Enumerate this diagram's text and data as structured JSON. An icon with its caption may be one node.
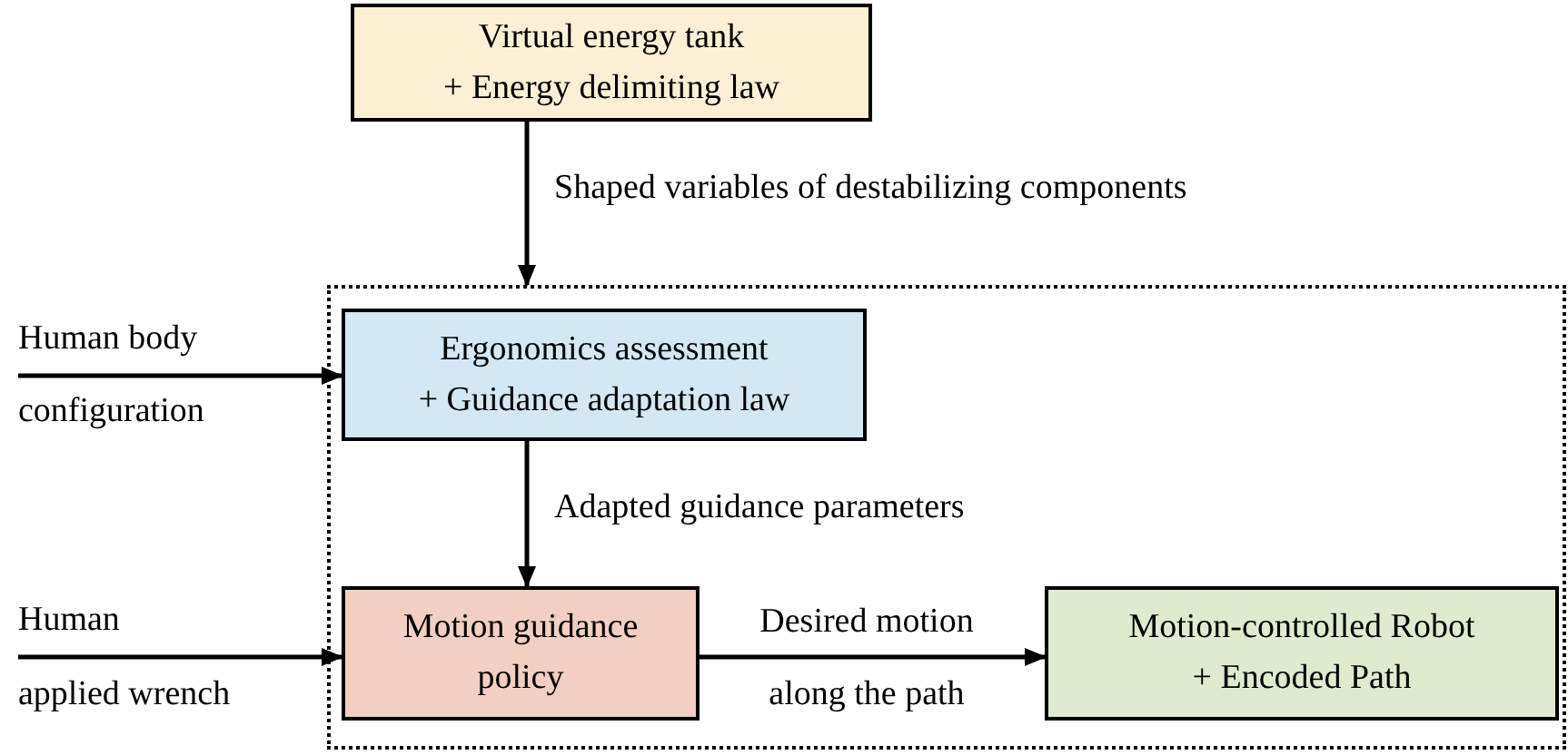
{
  "diagram": {
    "nodes": [
      {
        "text": [
          "Virtual energy tank",
          "+ Energy delimiting law"
        ]
      },
      {
        "text": [],
        "shape": "box"
      },
      {
        "text": [
          "Ergonomics assessment",
          "+ Guidance adaptation law"
        ],
        "in": 1
      },
      {
        "text": [
          "Motion guidance policy"
        ],
        "in": 1
      },
      {
        "text": [
          "Motion-controlled Robot",
          "+ Encoded Path"
        ],
        "in": 1
      }
    ],
    "edges": [
      {
        "from": 0,
        "to": 1,
        "arrow": "to",
        "label": "Shaped variables of destabilizing components"
      },
      {
        "from": null,
        "to": 2,
        "arrow": "to",
        "label": "Human body configuration"
      },
      {
        "from": 2,
        "to": 3,
        "arrow": "to",
        "label": "Adapted guidance parameters"
      },
      {
        "from": null,
        "to": 3,
        "arrow": "to",
        "label": "Human applied wrench"
      },
      {
        "from": 3,
        "to": 4,
        "arrow": "to",
        "label": "Desired motion along the path"
      }
    ]
  }
}
